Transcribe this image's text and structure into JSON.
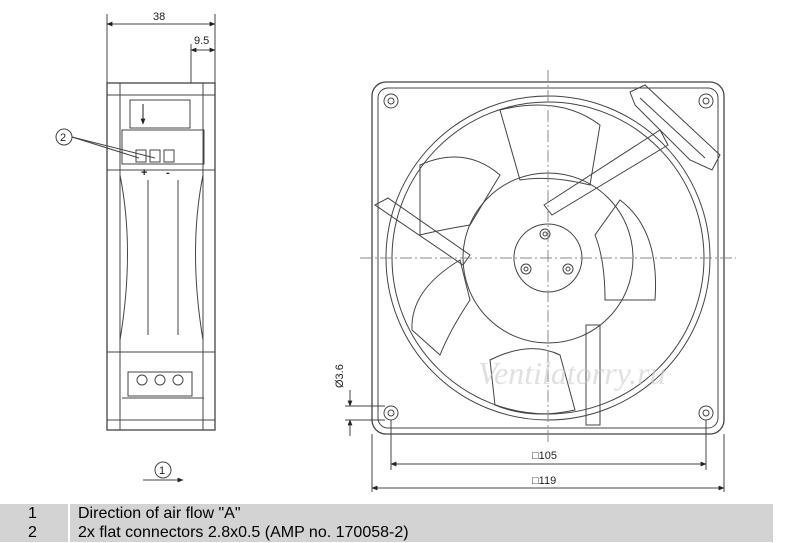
{
  "dimensions": {
    "depth": "38",
    "offset": "9.5",
    "hole_diameter": "Ø3.6",
    "hole_spacing": "□105",
    "frame_size": "□119"
  },
  "callouts": {
    "connector_ref": "2",
    "airflow_ref": "1",
    "plus": "+",
    "minus": "-"
  },
  "watermark": "Ventilatorry.ru",
  "legend": [
    {
      "num": "1",
      "text": "Direction of air flow \"A\""
    },
    {
      "num": "2",
      "text": "2x flat connectors 2.8x0.5 (AMP no. 170058-2)"
    }
  ]
}
